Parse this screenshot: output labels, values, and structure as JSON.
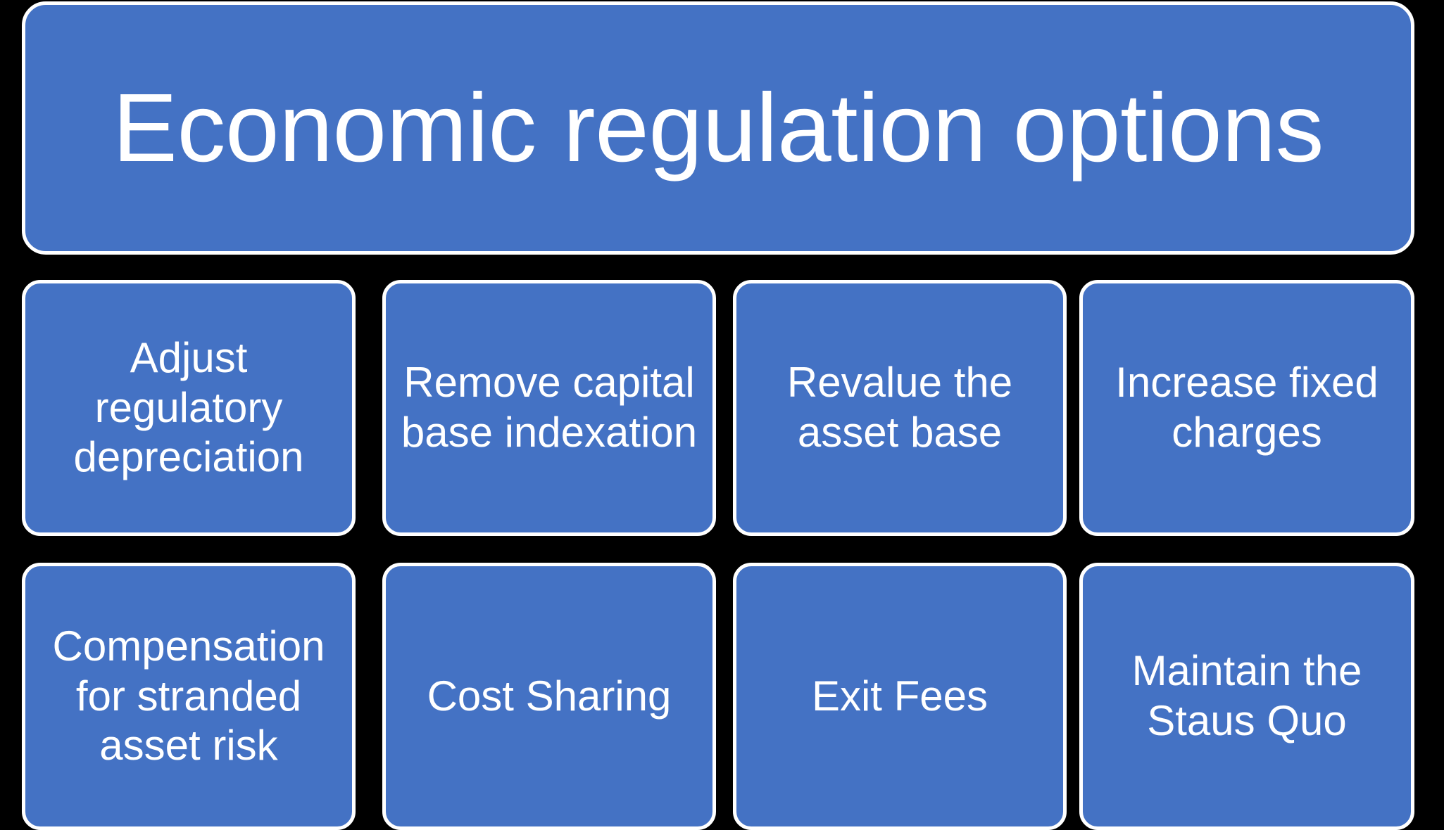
{
  "slide": {
    "background_color": "#000000",
    "accent_color": "#4472C4",
    "border_color": "#FFFFFF",
    "text_color": "#FFFFFF",
    "title": "Economic regulation options"
  },
  "diagram": {
    "type": "hierarchy",
    "title": "Economic regulation options",
    "rows": [
      {
        "nodes": [
          {
            "id": "r1c1",
            "label": "Adjust regulatory depreciation"
          },
          {
            "id": "r1c2",
            "label": "Remove capital base indexation"
          },
          {
            "id": "r1c3",
            "label": "Revalue the asset base"
          },
          {
            "id": "r1c4",
            "label": "Increase fixed charges"
          }
        ]
      },
      {
        "nodes": [
          {
            "id": "r2c1",
            "label": "Compensation for stranded asset risk"
          },
          {
            "id": "r2c2",
            "label": "Cost Sharing"
          },
          {
            "id": "r2c3",
            "label": "Exit Fees"
          },
          {
            "id": "r2c4",
            "label": "Maintain the Staus Quo"
          }
        ]
      }
    ]
  }
}
